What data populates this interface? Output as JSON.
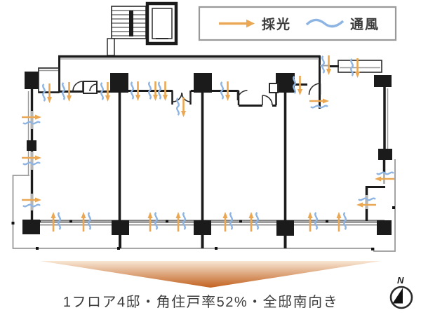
{
  "legend": {
    "items": [
      {
        "icon": "daylight-arrow-icon",
        "label": "採光"
      },
      {
        "icon": "ventilation-wave-icon",
        "label": "通風"
      }
    ]
  },
  "caption": "1フロア4邸・角住戸率52%・全邸南向き",
  "compass": {
    "north_label": "N"
  },
  "colors": {
    "wall": "#1b1b1b",
    "gray": "#9a9a9a",
    "glz": "#b5b5b5",
    "daylight": "#eaa854",
    "ventilation": "#8db4e2",
    "text": "#3c3c3c",
    "grad_top": "#f9ead9",
    "grad_bottom": "#c2611f",
    "legend_border": "#999999"
  }
}
